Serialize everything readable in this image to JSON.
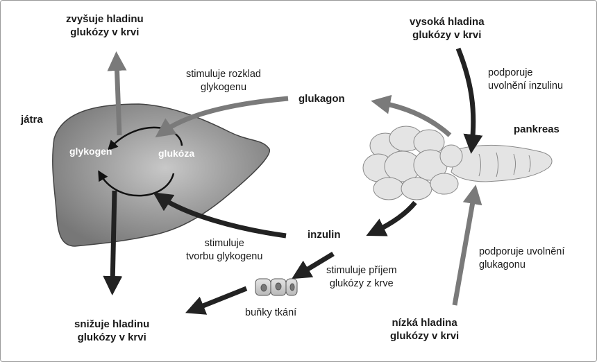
{
  "labels": {
    "raises_glucose": [
      "zvyšuje hladinu",
      "glukózy v krvi"
    ],
    "high_glucose": [
      "vysoká hladina",
      "glukózy v krvi"
    ],
    "stimulates_breakdown": [
      "stimuluje rozklad",
      "glykogenu"
    ],
    "glucagon": "glukagon",
    "promotes_insulin": [
      "podporuje",
      "uvolnění inzulinu"
    ],
    "liver": "játra",
    "pancreas": "pankreas",
    "glycogen": "glykogen",
    "glucose": "glukóza",
    "insulin": "inzulin",
    "stimulates_formation": [
      "stimuluje",
      "tvorbu glykogenu"
    ],
    "stimulates_uptake": [
      "stimuluje příjem",
      "glukózy z krve"
    ],
    "promotes_glucagon": [
      "podporuje uvolnění",
      "glukagonu"
    ],
    "tissue_cells": "buňky tkání",
    "lowers_glucose": [
      "snižuje hladinu",
      "glukózy v krvi"
    ],
    "low_glucose": [
      "nízká hladina",
      "glukózy v krvi"
    ]
  }
}
